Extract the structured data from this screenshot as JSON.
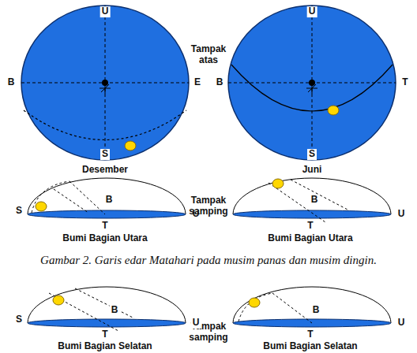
{
  "diagram": {
    "caption": "Gambar 2. Garis edar Matahari pada musim panas dan musim dingin.",
    "labels": [
      "U",
      "B",
      "E",
      "S",
      "Desember",
      "Tampak atas",
      "U",
      "B",
      "T",
      "S",
      "Juni",
      "S",
      "B",
      "U",
      "T",
      "Bumi Bagian Utara",
      "Tampak samping",
      "B",
      "U",
      "T",
      "Bumi Bagian Utara",
      "Tampak samping",
      "S",
      "B",
      "U",
      "T",
      "Bumi Bagian Selatan",
      "B",
      "U",
      "T",
      "Bumi Bagian Selatan"
    ]
  }
}
